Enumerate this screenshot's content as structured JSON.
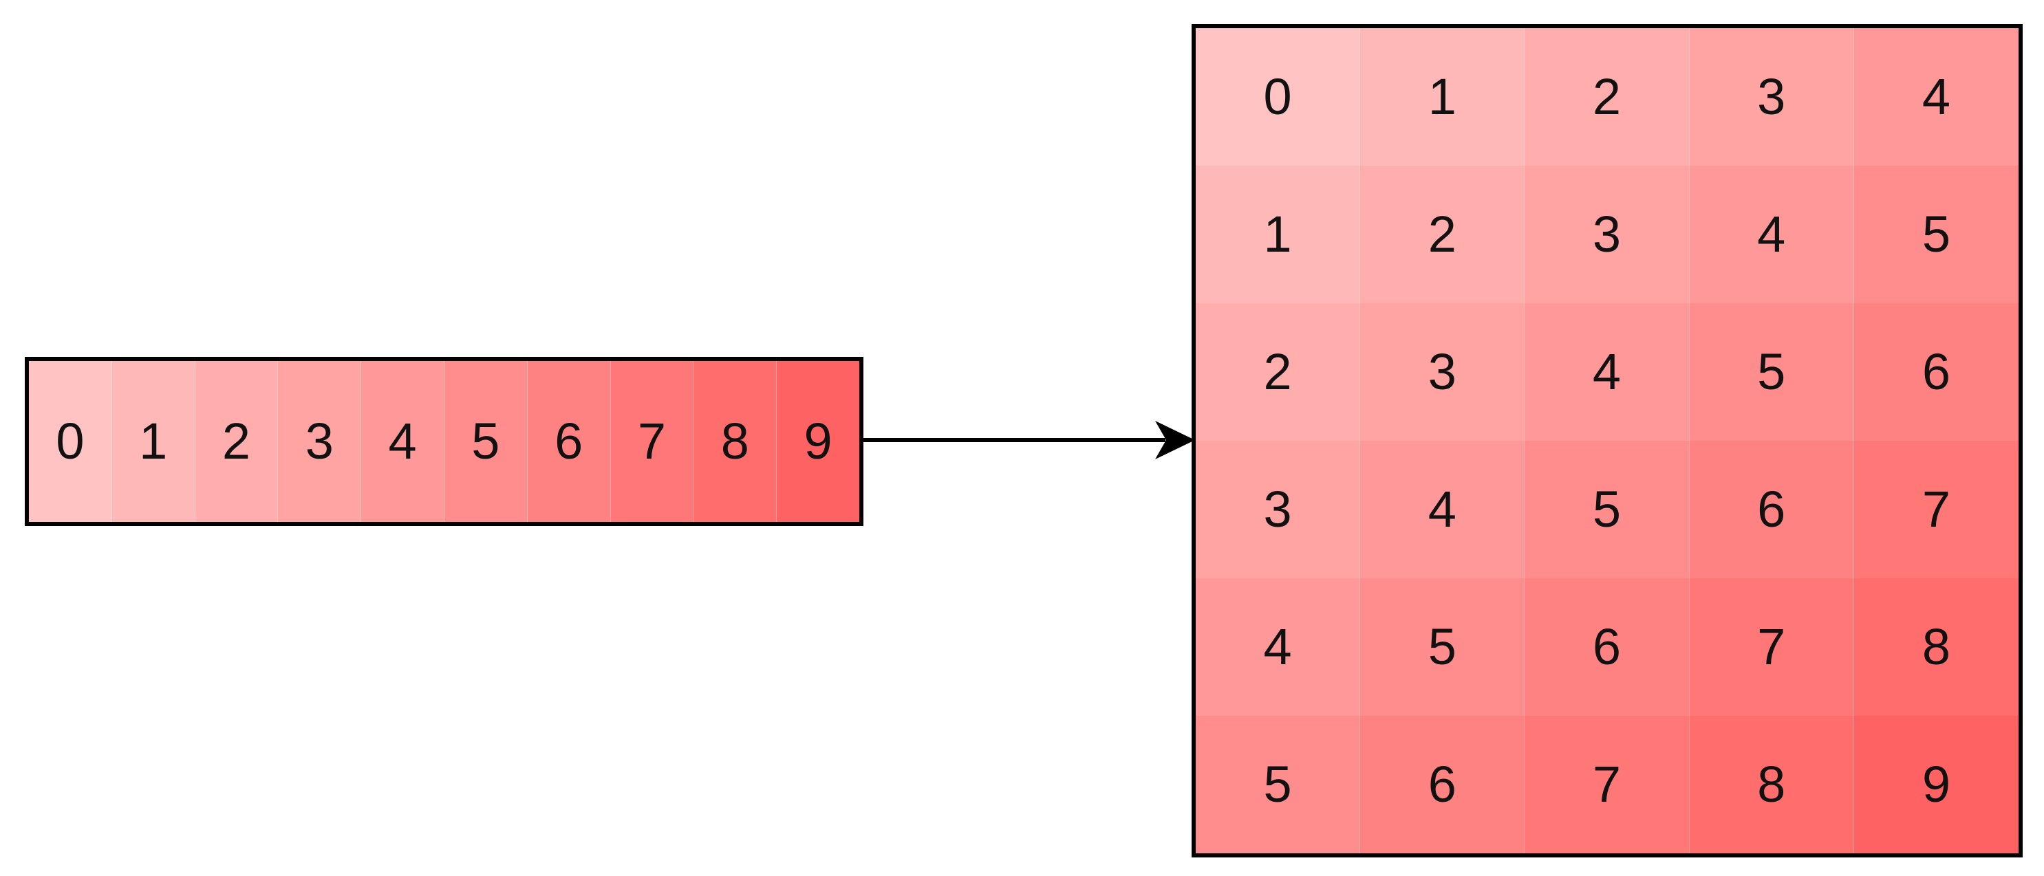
{
  "background": "#FFFFFF",
  "border_color": "#000000",
  "text_color": "#111111",
  "arrow": {
    "direction": "right",
    "color": "#000000"
  },
  "color_scale": [
    "#FFC3C3",
    "#FFB8B8",
    "#FFADAD",
    "#FFA3A3",
    "#FF9898",
    "#FF8D8D",
    "#FF8282",
    "#FF7777",
    "#FF6D6D",
    "#FF6262"
  ],
  "array_1d": {
    "values": [
      0,
      1,
      2,
      3,
      4,
      5,
      6,
      7,
      8,
      9
    ]
  },
  "grid_2d": {
    "rows": 6,
    "cols": 5,
    "values": [
      [
        0,
        1,
        2,
        3,
        4
      ],
      [
        1,
        2,
        3,
        4,
        5
      ],
      [
        2,
        3,
        4,
        5,
        6
      ],
      [
        3,
        4,
        5,
        6,
        7
      ],
      [
        4,
        5,
        6,
        7,
        8
      ],
      [
        5,
        6,
        7,
        8,
        9
      ]
    ]
  }
}
